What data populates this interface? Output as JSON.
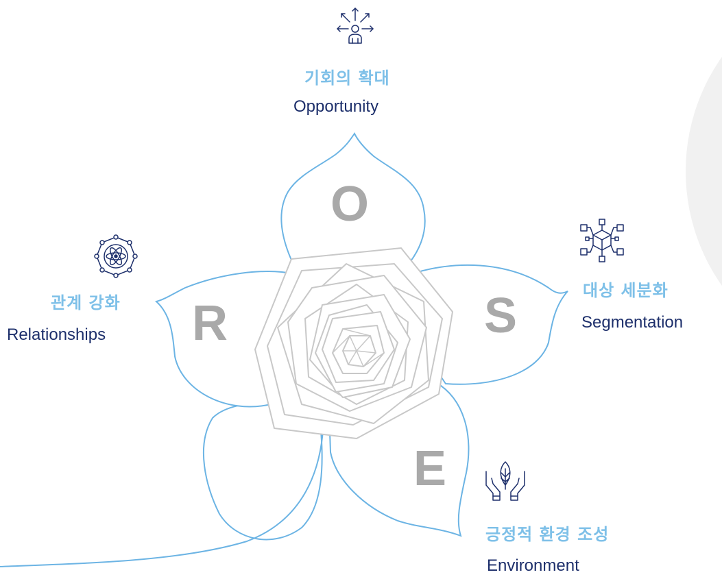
{
  "petals": [
    {
      "id": "o",
      "letter": "O",
      "korean": "기회의 확대",
      "english": "Opportunity",
      "icon": "opportunity-arrows-person-icon"
    },
    {
      "id": "s",
      "letter": "S",
      "korean": "대상 세분화",
      "english": "Segmentation",
      "icon": "segmentation-cube-network-icon"
    },
    {
      "id": "e",
      "letter": "E",
      "korean": "긍정적 환경 조성",
      "english": "Environment",
      "icon": "environment-leaf-hands-icon"
    },
    {
      "id": "r",
      "letter": "R",
      "korean": "관계 강화",
      "english": "Relationships",
      "icon": "relationships-atom-network-icon"
    }
  ],
  "colors": {
    "outline_blue": "#6cb4e4",
    "korean_label": "#7ec0e8",
    "english_label": "#1d2f6b",
    "letter_gray": "#a9a9a9",
    "rose_gray": "#c8c8c8"
  }
}
